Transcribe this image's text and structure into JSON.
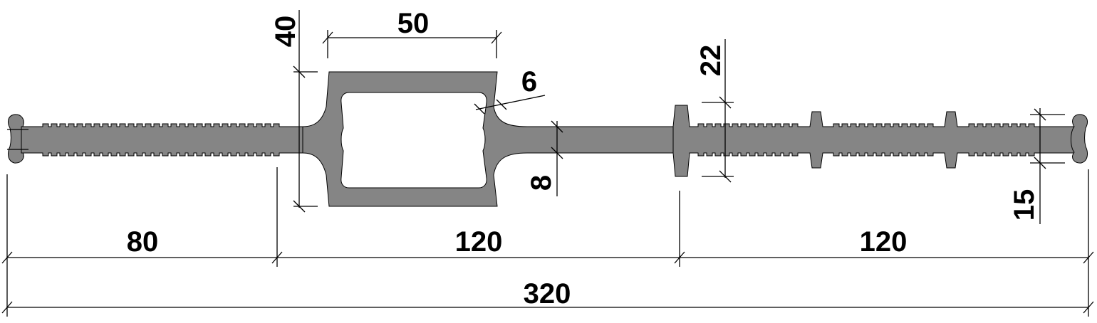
{
  "drawing": {
    "labels": {
      "total": "320",
      "left_wing": "80",
      "center": "120",
      "right_wing": "120",
      "bulb_width": "50",
      "bulb_height": "40",
      "wall": "6",
      "web": "8",
      "rib": "22",
      "end_bulb": "15"
    },
    "colors": {
      "profile": "#858585",
      "lines": "#000000",
      "background": "#ffffff"
    }
  }
}
